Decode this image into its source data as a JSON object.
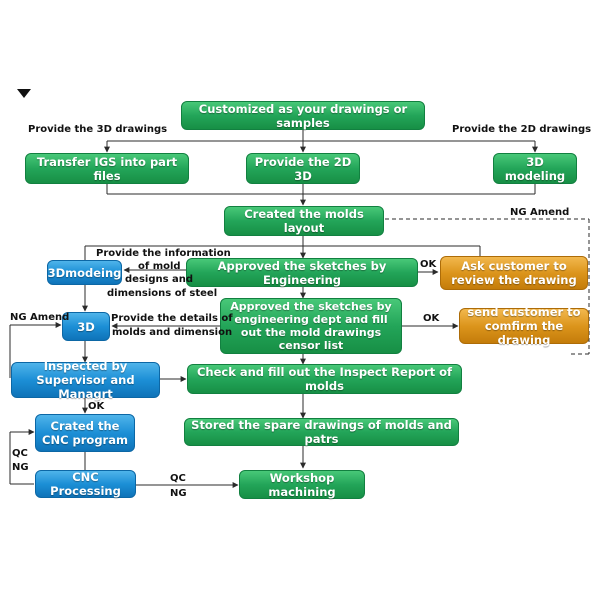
{
  "nodes": {
    "customized": "Customized as your drawings or samples",
    "transfer_igs": "Transfer IGS into part files",
    "provide_2d_3d": "Provide the 2D 3D",
    "modeling_3d": "3D modeling",
    "molds_layout": "Created the molds layout",
    "modeling_3d_short": "3Dmodeing",
    "approved_engineering": "Approved the sketches by Engineering",
    "ask_customer": "Ask customer to review the drawing",
    "node_3d": "3D",
    "approved_dept": "Approved the sketches by engineering dept and fill out the mold drawings censor list",
    "send_customer": "send customer to comfirm the drawing",
    "inspected": "Inspected by Supervisor and Managrt",
    "check_report": "Check and fill out the Inspect Report of molds",
    "crated_cnc": "Crated the CNC program",
    "stored_drawings": "Stored the spare drawings of molds and patrs",
    "cnc_processing": "CNC Processing",
    "workshop": "Workshop machining"
  },
  "labels": {
    "provide_3d": "Provide the 3D drawings",
    "provide_2d": "Provide the 2D drawings",
    "ng_amend_right": "NG Amend",
    "provide_info_1": "Provide the information",
    "provide_info_2": "of mold",
    "provide_info_3": "designs and",
    "provide_info_4": "dimensions of steel",
    "ok_1": "OK",
    "ng_amend_left": "NG Amend",
    "provide_details_1": "Provide the details of",
    "provide_details_2": "molds and dimension",
    "ok_2": "OK",
    "ok_3": "OK",
    "qc_left": "QC",
    "ng_left": "NG",
    "qc_mid": "QC",
    "ng_mid": "NG"
  },
  "colors": {
    "process_green": "#23a559",
    "design_blue": "#1c8fd6",
    "customer_orange": "#dc951c"
  },
  "icons": {
    "corner_marker": "triangle-down-icon"
  }
}
